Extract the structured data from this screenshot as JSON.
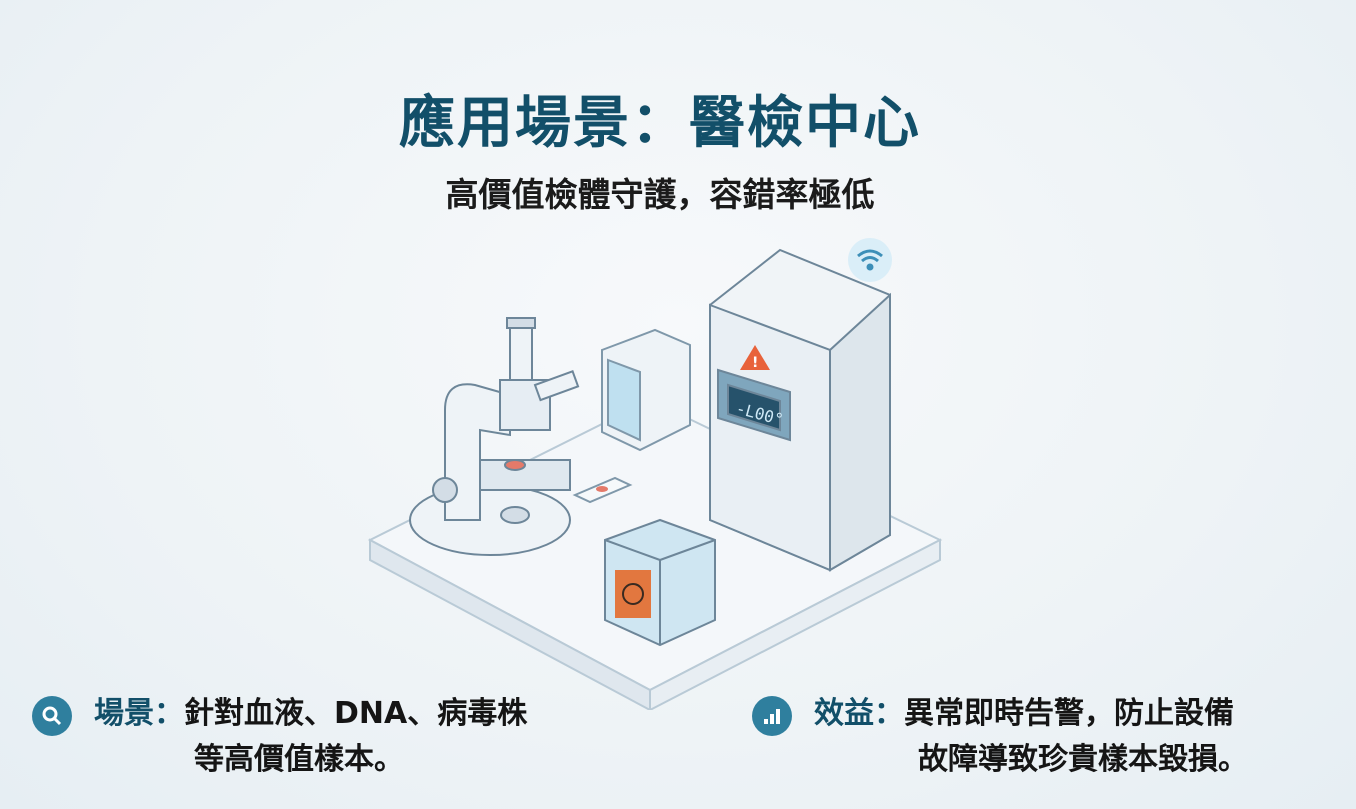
{
  "header": {
    "title": "應用場景：醫檢中心",
    "subtitle": "高價值檢體守護，容錯率極低"
  },
  "illustration": {
    "freezer_display": "-L00°",
    "colors": {
      "accent": "#124f69",
      "icon_bg": "#2f7f9e",
      "warning": "#e8623a",
      "biohazard": "#e2773f"
    }
  },
  "notes": [
    {
      "icon": "search-icon",
      "label": "場景：",
      "line1": "針對血液、DNA、病毒株",
      "line2": "等高價值樣本。"
    },
    {
      "icon": "bar-chart-icon",
      "label": "效益：",
      "line1": "異常即時告警，防止設備",
      "line2": "故障導致珍貴樣本毀損。"
    }
  ]
}
